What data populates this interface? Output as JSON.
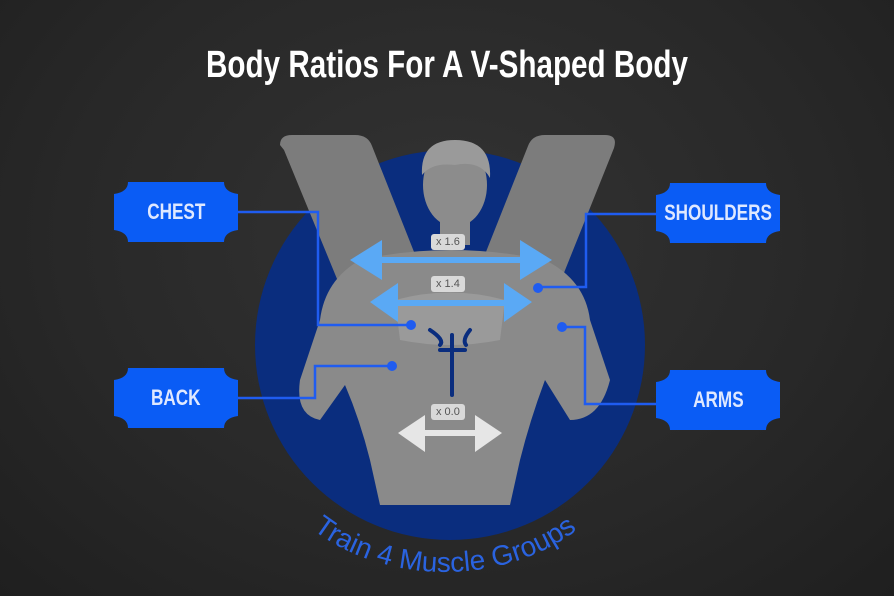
{
  "title": "Body Ratios For A V-Shaped Body",
  "labels": {
    "chest": "CHEST",
    "shoulders": "SHOULDERS",
    "back": "BACK",
    "arms": "ARMS"
  },
  "ratios": {
    "shoulders": "x 1.6",
    "chest": "x 1.4",
    "waist": "x 0.0"
  },
  "caption": "Train 4 Muscle Groups",
  "colors": {
    "label_bg": "#0a5cf5",
    "circle": "#0a2d7e",
    "arrow": "#5aa9f5",
    "waist_arrow": "#e6e6e6",
    "figure": "#8a8a8a",
    "v_shape": "#7c7c7c"
  }
}
